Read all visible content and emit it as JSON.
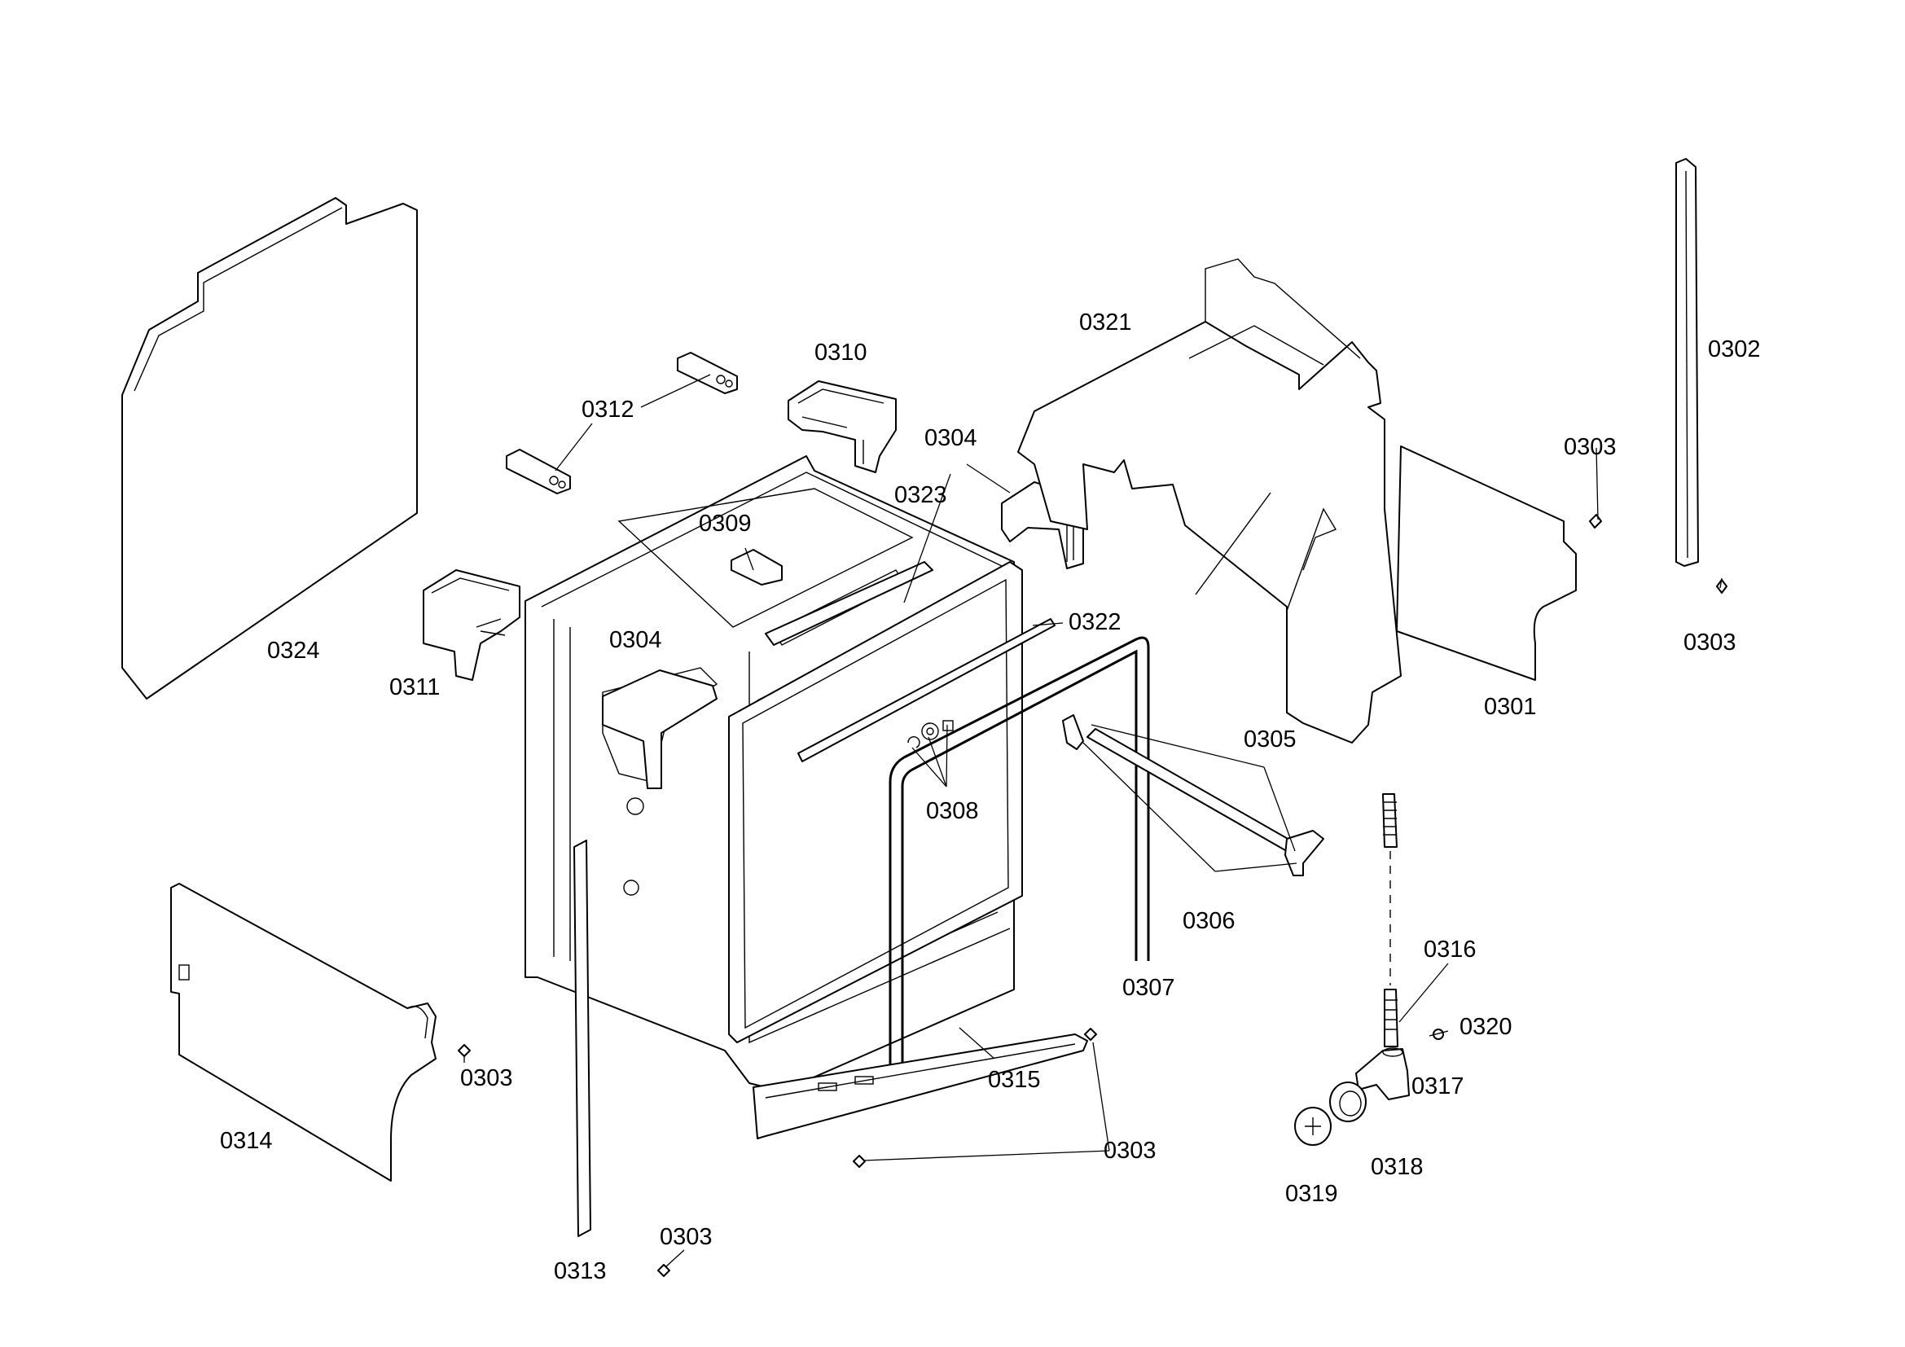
{
  "diagram": {
    "type": "exploded-parts-view",
    "parts": [
      {
        "id": "p0301",
        "label": "0301"
      },
      {
        "id": "p0302",
        "label": "0302"
      },
      {
        "id": "p0303",
        "label": "0303"
      },
      {
        "id": "p0304",
        "label": "0304"
      },
      {
        "id": "p0305",
        "label": "0305"
      },
      {
        "id": "p0306",
        "label": "0306"
      },
      {
        "id": "p0307",
        "label": "0307"
      },
      {
        "id": "p0308",
        "label": "0308"
      },
      {
        "id": "p0309",
        "label": "0309"
      },
      {
        "id": "p0310",
        "label": "0310"
      },
      {
        "id": "p0311",
        "label": "0311"
      },
      {
        "id": "p0312",
        "label": "0312"
      },
      {
        "id": "p0313",
        "label": "0313"
      },
      {
        "id": "p0314",
        "label": "0314"
      },
      {
        "id": "p0315",
        "label": "0315"
      },
      {
        "id": "p0316",
        "label": "0316"
      },
      {
        "id": "p0317",
        "label": "0317"
      },
      {
        "id": "p0318",
        "label": "0318"
      },
      {
        "id": "p0319",
        "label": "0319"
      },
      {
        "id": "p0320",
        "label": "0320"
      },
      {
        "id": "p0321",
        "label": "0321"
      },
      {
        "id": "p0322",
        "label": "0322"
      },
      {
        "id": "p0323",
        "label": "0323"
      },
      {
        "id": "p0324",
        "label": "0324"
      }
    ]
  }
}
